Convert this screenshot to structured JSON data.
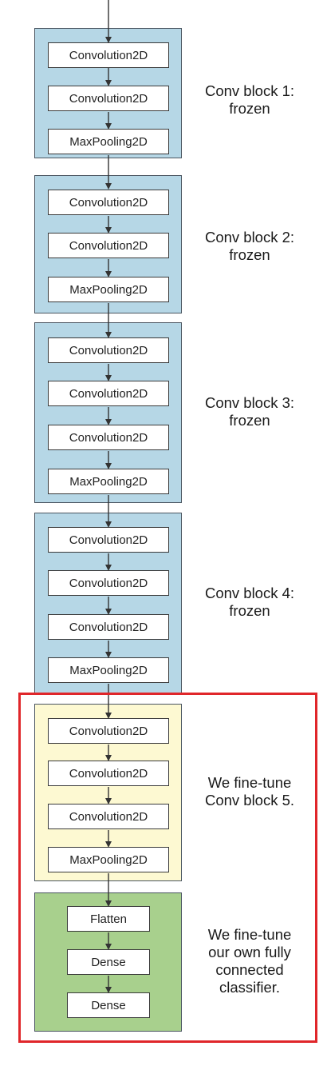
{
  "blocks": [
    {
      "layers": [
        "Convolution2D",
        "Convolution2D",
        "MaxPooling2D"
      ],
      "label": [
        "Conv block 1:",
        "frozen"
      ]
    },
    {
      "layers": [
        "Convolution2D",
        "Convolution2D",
        "MaxPooling2D"
      ],
      "label": [
        "Conv block 2:",
        "frozen"
      ]
    },
    {
      "layers": [
        "Convolution2D",
        "Convolution2D",
        "Convolution2D",
        "MaxPooling2D"
      ],
      "label": [
        "Conv block 3:",
        "frozen"
      ]
    },
    {
      "layers": [
        "Convolution2D",
        "Convolution2D",
        "Convolution2D",
        "MaxPooling2D"
      ],
      "label": [
        "Conv block 4:",
        "frozen"
      ]
    },
    {
      "layers": [
        "Convolution2D",
        "Convolution2D",
        "Convolution2D",
        "MaxPooling2D"
      ],
      "label": [
        "We fine-tune",
        "Conv block 5."
      ]
    },
    {
      "layers": [
        "Flatten",
        "Dense",
        "Dense"
      ],
      "label": [
        "We fine-tune",
        "our own fully",
        "connected",
        "classifier."
      ]
    }
  ],
  "colors": {
    "frozen_block": "#b6d7e6",
    "finetune_conv_block": "#fdf9d2",
    "classifier_block": "#a8d08d",
    "highlight_border": "#e0262a"
  }
}
